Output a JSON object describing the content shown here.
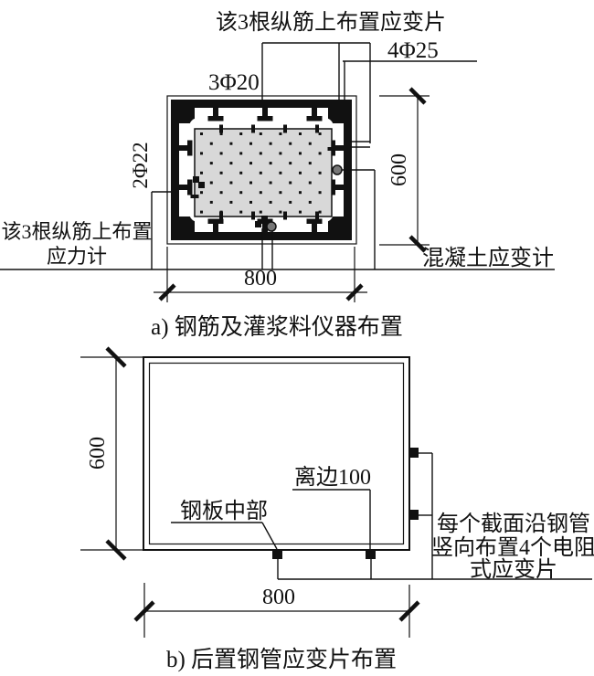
{
  "figure": {
    "colors": {
      "line": "#111111",
      "grout_fill": "#d8d8d8",
      "background": "#ffffff",
      "gauge_dot": "#777777"
    },
    "panel_a": {
      "caption": "a) 钢筋及灌浆料仪器布置",
      "top_note": "该3根纵筋上布置应变片",
      "rebar_corner": "4Φ25",
      "rebar_top": "3Φ20",
      "rebar_side": "2Φ22",
      "left_note_line1": "该3根纵筋上布置",
      "left_note_line2": "应力计",
      "concrete_gauge_label": "混凝土应变计",
      "dim_width": "800",
      "dim_height": "600"
    },
    "panel_b": {
      "caption": "b) 后置钢管应变片布置",
      "edge_note": "离边100",
      "mid_note": "钢板中部",
      "right_note_line1": "每个截面沿钢管",
      "right_note_line2": "竖向布置4个电阻",
      "right_note_line3": "式应变片",
      "dim_width": "800",
      "dim_height": "600"
    }
  }
}
